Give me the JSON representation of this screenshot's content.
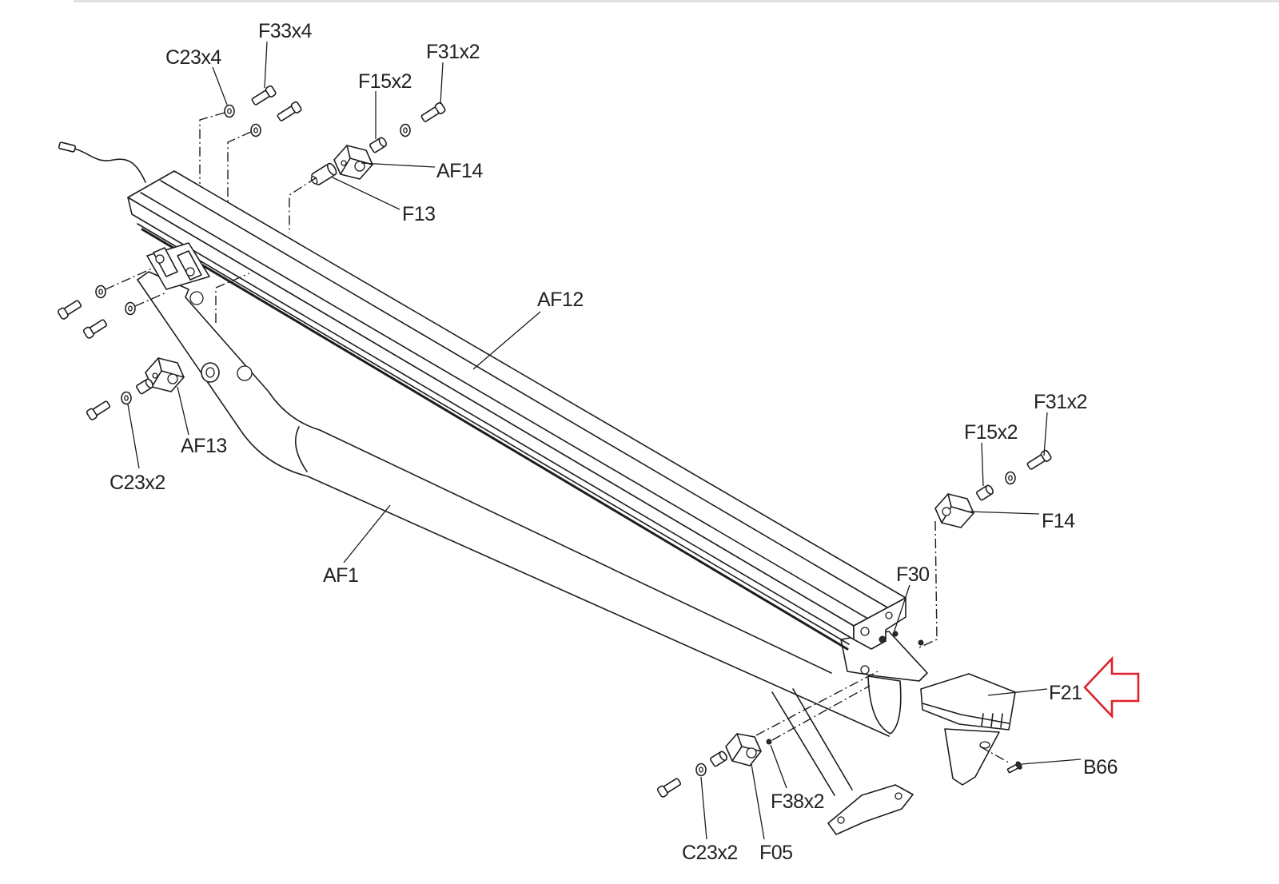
{
  "labels": {
    "c23x4": "C23x4",
    "f33x4": "F33x4",
    "f15x2_top": "F15x2",
    "f31x2_top": "F31x2",
    "af14": "AF14",
    "f13": "F13",
    "af12": "AF12",
    "af13": "AF13",
    "c23x2_left": "C23x2",
    "af1": "AF1",
    "f31x2_right": "F31x2",
    "f15x2_right": "F15x2",
    "f14": "F14",
    "f30": "F30",
    "f21": "F21",
    "b66": "B66",
    "f38x2": "F38x2",
    "c23x2_bottom": "C23x2",
    "f05": "F05"
  },
  "colors": {
    "line": "#1d1d1d",
    "background": "#ffffff",
    "highlight_arrow": "#e0202a"
  },
  "highlight": {
    "icon": "left-arrow-icon"
  }
}
